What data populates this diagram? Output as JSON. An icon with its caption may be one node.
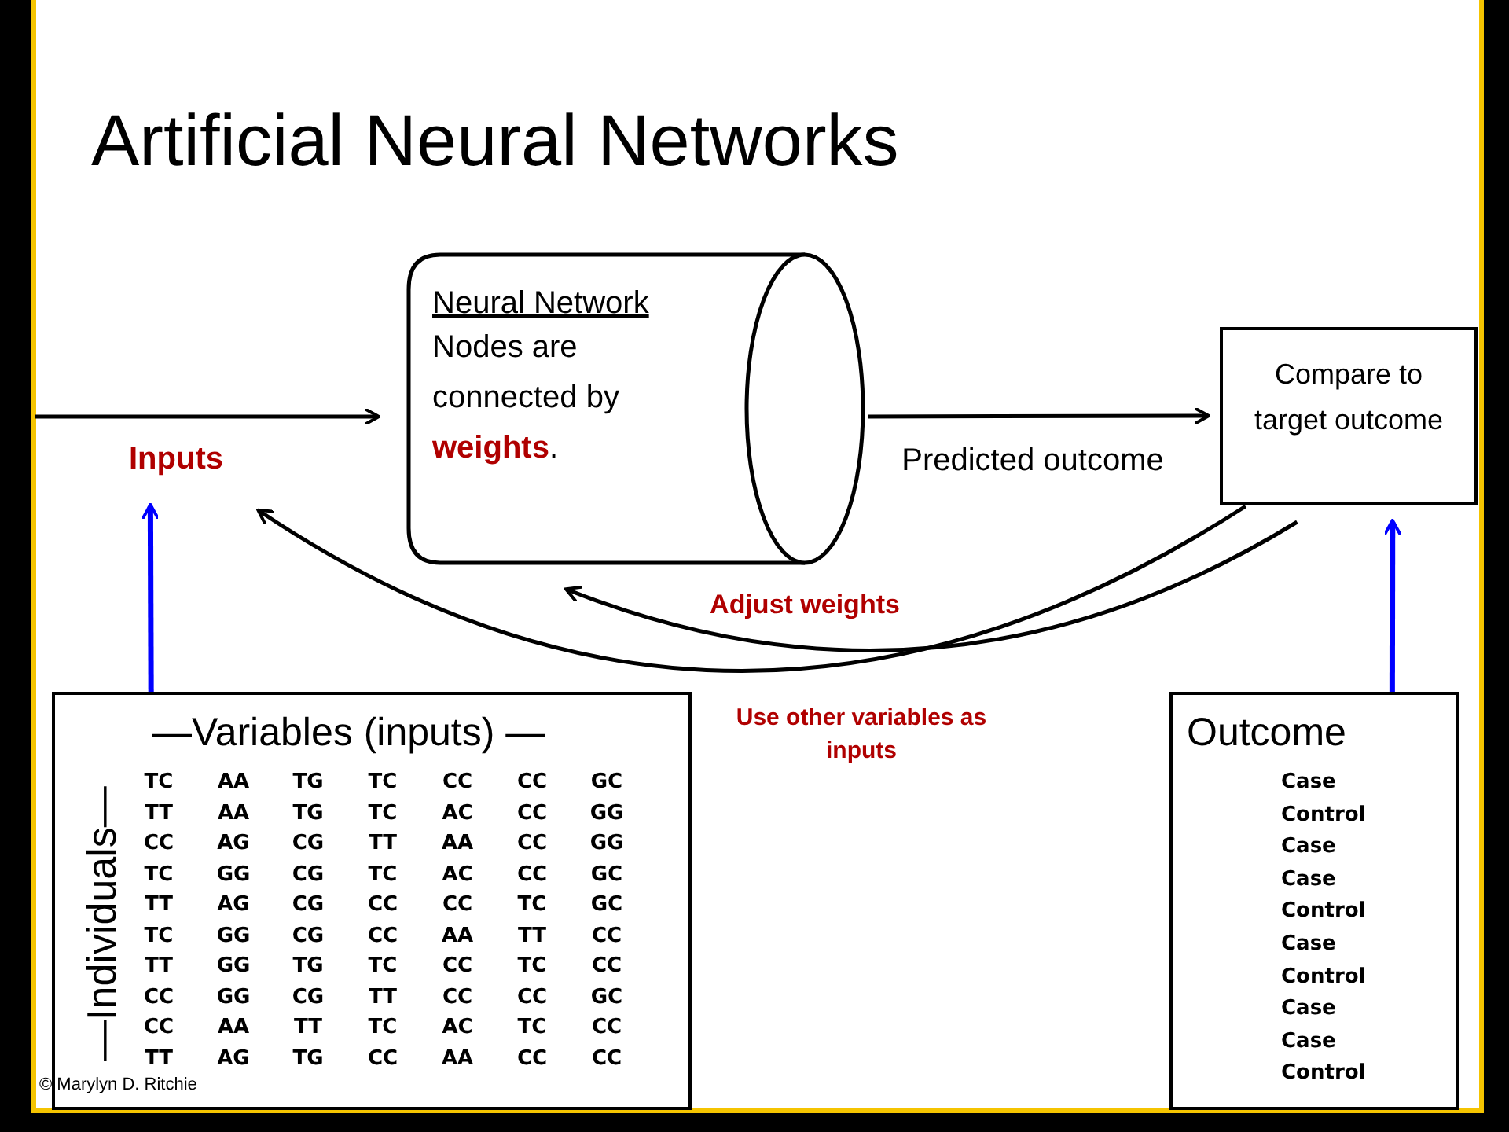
{
  "diagram": {
    "title": "Artificial Neural Networks",
    "nodes": [
      {
        "text": [
          "Inputs"
        ]
      },
      {
        "text": [
          "Neural Network",
          "Nodes are connected by **weights**."
        ]
      },
      {
        "text": [
          "Compare to target outcome"
        ]
      },
      {
        "text": [
          "—Variables (inputs) —",
          "—Individuals—"
        ]
      },
      {
        "text": [
          "Outcome"
        ]
      }
    ],
    "edges": [
      {
        "from": null,
        "to": 1,
        "arrow": "to"
      },
      {
        "from": 1,
        "to": 2,
        "arrow": "to",
        "label": "Predicted outcome"
      },
      {
        "from": 2,
        "to": 1,
        "arrow": "to",
        "label": "Adjust weights"
      },
      {
        "from": 2,
        "to": 0,
        "arrow": "to",
        "label": "Use other variables as inputs"
      },
      {
        "from": 3,
        "to": 0,
        "arrow": "to",
        "color": "#0000ff"
      },
      {
        "from": 4,
        "to": 2,
        "arrow": "to",
        "color": "#0000ff"
      }
    ],
    "labels": [
      "TC",
      "AA",
      "TG",
      "TC",
      "CC",
      "CC",
      "GC",
      "TT",
      "AA",
      "TG",
      "TC",
      "AC",
      "CC",
      "GG",
      "CC",
      "AG",
      "CG",
      "TT",
      "AA",
      "CC",
      "GG",
      "TC",
      "GG",
      "CG",
      "TC",
      "AC",
      "CC",
      "GC",
      "TT",
      "AG",
      "CG",
      "CC",
      "CC",
      "TC",
      "GC",
      "TC",
      "GG",
      "CG",
      "CC",
      "AA",
      "TT",
      "CC",
      "TT",
      "GG",
      "TG",
      "TC",
      "CC",
      "TC",
      "CC",
      "CC",
      "GG",
      "CG",
      "TT",
      "CC",
      "CC",
      "GC",
      "CC",
      "AA",
      "TT",
      "TC",
      "AC",
      "TC",
      "CC",
      "TT",
      "AG",
      "TG",
      "CC",
      "AA",
      "CC",
      "CC",
      "Case",
      "Control",
      "Case",
      "Case",
      "Control",
      "Case",
      "Control",
      "Case",
      "Case",
      "Control",
      "© Marylyn D. Ritchie"
    ]
  }
}
